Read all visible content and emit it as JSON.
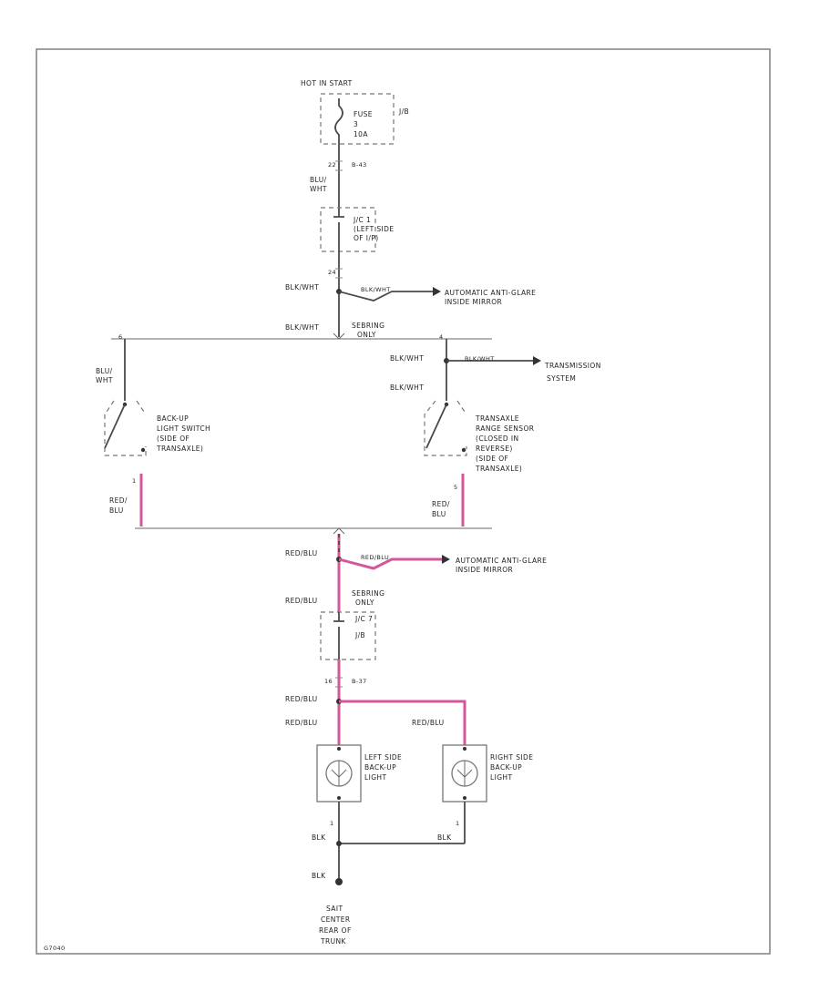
{
  "power": {
    "label": "HOT IN START"
  },
  "fuse": {
    "line1": "FUSE",
    "line2": "3",
    "line3": "10A",
    "location": "J/B"
  },
  "connectors": {
    "top_pin": "22",
    "top_id": "B-43",
    "jc_pin": "24",
    "bottom_pin": "16",
    "bottom_id": "B-37",
    "left_pin_top": "6",
    "left_pin_bottom": "1",
    "right_pin_top": "4",
    "right_pin_bottom": "5",
    "left_lamp_pin": "1",
    "right_lamp_pin": "1",
    "jb_loc": "J/B"
  },
  "junction": {
    "line1": "J/C 1",
    "line2": "(LEFT SIDE",
    "line3": "OF I/P)"
  },
  "jc_bottom": {
    "label": "J/C 7"
  },
  "wires": {
    "blu_wht_1": "BLU/",
    "blu_wht_2": "WHT",
    "blk_wht_jc": "BLK/WHT",
    "blk_wht_branch": "BLK/WHT",
    "blk_wht_bus": "BLK/WHT",
    "blk_wht_left_1": "BLU/",
    "blk_wht_left_2": "WHT",
    "blk_wht_right": "BLK/WHT",
    "blk_wht_right2": "BLK/WHT",
    "blk_wht_right_branch": "BLK/WHT",
    "red_blu_left_1": "RED/",
    "red_blu_left_2": "BLU",
    "red_blu_right_1": "RED/",
    "red_blu_right_2": "BLU",
    "red_blu_1": "RED/BLU",
    "red_blu_branch": "RED/BLU",
    "red_blu_2": "RED/BLU",
    "red_blu_3": "RED/BLU",
    "red_blu_4": "RED/BLU",
    "red_blu_5": "RED/BLU",
    "blk_1": "BLK",
    "blk_2": "BLK",
    "blk_3": "BLK"
  },
  "notes": {
    "sebring_top_1": "SEBRING",
    "sebring_top_2": "ONLY",
    "sebring_bottom_1": "SEBRING",
    "sebring_bottom_2": "ONLY"
  },
  "destinations": {
    "mirror_top_1": "AUTOMATIC ANTI-GLARE",
    "mirror_top_2": "INSIDE MIRROR",
    "transmission_1": "TRANSMISSION",
    "transmission_2": "SYSTEM",
    "mirror_bottom_1": "AUTOMATIC ANTI-GLARE",
    "mirror_bottom_2": "INSIDE MIRROR"
  },
  "switches": {
    "left": {
      "line1": "BACK-UP",
      "line2": "LIGHT SWITCH",
      "line3": "(SIDE OF",
      "line4": "TRANSAXLE)"
    },
    "right": {
      "line1": "TRANSAXLE",
      "line2": "RANGE SENSOR",
      "line3": "(CLOSED IN",
      "line4": "REVERSE)",
      "line5": "(SIDE OF",
      "line6": "TRANSAXLE)"
    }
  },
  "lamps": {
    "left": {
      "line1": "LEFT SIDE",
      "line2": "BACK-UP",
      "line3": "LIGHT"
    },
    "right": {
      "line1": "RIGHT SIDE",
      "line2": "BACK-UP",
      "line3": "LIGHT"
    }
  },
  "ground": {
    "line1": "SAIT",
    "line2": "CENTER",
    "line3": "REAR OF",
    "line4": "TRUNK"
  },
  "figure_id": "G7040",
  "colors": {
    "wire": "#4a4a4a",
    "red_blu_wire": "#d4579a",
    "frame": "#777777"
  }
}
